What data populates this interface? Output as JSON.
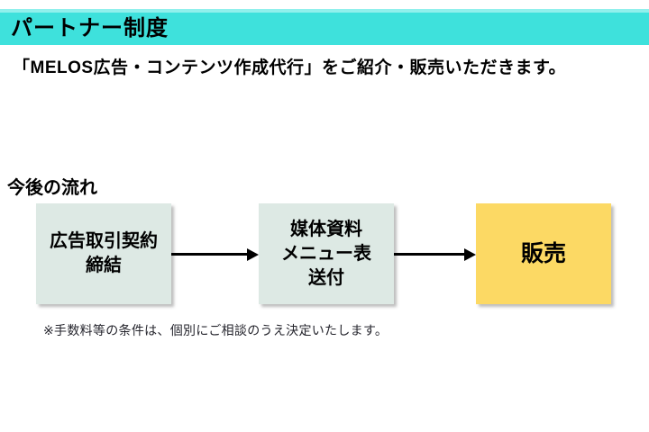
{
  "slide": {
    "title": "パートナー制度",
    "subtitle": "「MELOS広告・コンテンツ作成代行」をご紹介・販売いただきます。",
    "section_label": "今後の流れ",
    "footnote": "※手数料等の条件は、個別にご相談のうえ決定いたします。"
  },
  "flow": {
    "steps": [
      {
        "name": "contract",
        "lines": [
          "広告取引契約",
          "締結"
        ],
        "bg": "#dde9e4"
      },
      {
        "name": "materials",
        "lines": [
          "媒体資料",
          "メニュー表",
          "送付"
        ],
        "bg": "#dde9e4"
      },
      {
        "name": "sales",
        "lines": [
          "販売"
        ],
        "bg": "#fcd964"
      }
    ]
  },
  "colors": {
    "header_bar": "#3ee1dc",
    "header_bar_highlight": "#90f0ec",
    "step_box_mint": "#dde9e4",
    "step_box_yellow": "#fcd964",
    "arrow": "#000000",
    "text": "#000000",
    "footnote_text": "#25252d"
  }
}
